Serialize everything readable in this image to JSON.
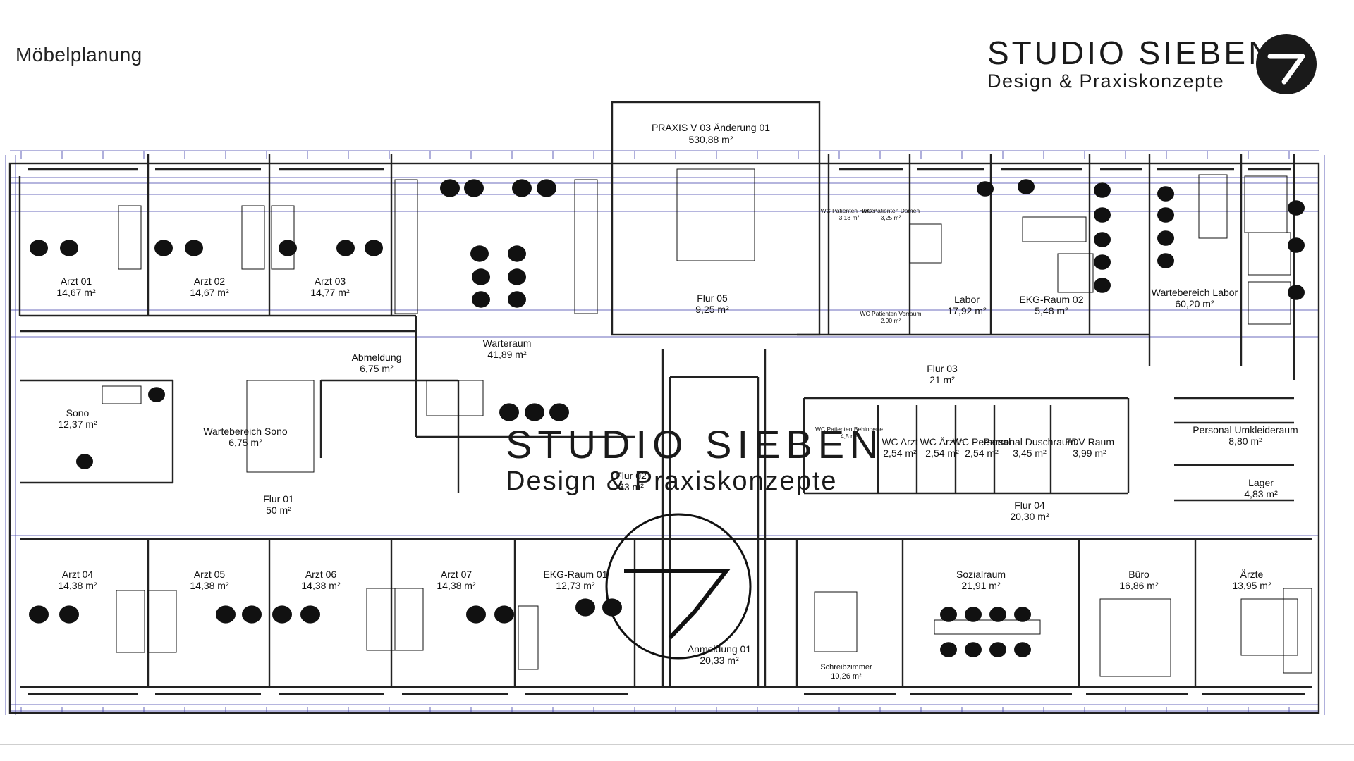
{
  "header": {
    "title": "Möbelplanung"
  },
  "logo": {
    "name": "STUDIO SIEBEN",
    "tagline": "Design & Praxiskonzepte",
    "badge_icon": "seven-arrow-icon"
  },
  "watermark": {
    "name": "STUDIO SIEBEN",
    "tagline": "Design & Praxiskonzepte"
  },
  "plan": {
    "title": "PRAXIS V 03 Änderung 01",
    "total_area": "530,88 m²",
    "rooms": [
      {
        "id": "arzt-01",
        "name": "Arzt 01",
        "area": "14,67 m²"
      },
      {
        "id": "arzt-02",
        "name": "Arzt 02",
        "area": "14,67 m²"
      },
      {
        "id": "arzt-03",
        "name": "Arzt 03",
        "area": "14,77 m²"
      },
      {
        "id": "warteraum",
        "name": "Warteraum",
        "area": "41,89 m²"
      },
      {
        "id": "flur-05",
        "name": "Flur 05",
        "area": "9,25 m²"
      },
      {
        "id": "wc-patienten-herren",
        "name": "WC Patienten Herren",
        "area": "3,18 m²"
      },
      {
        "id": "wc-patienten-damen",
        "name": "WC Patienten Damen",
        "area": "3,25 m²"
      },
      {
        "id": "wc-patienten-vorraum",
        "name": "WC Patienten Vorraum",
        "area": "2,90 m²"
      },
      {
        "id": "labor",
        "name": "Labor",
        "area": "17,92 m²"
      },
      {
        "id": "ekg-raum-02",
        "name": "EKG-Raum 02",
        "area": "5,48 m²"
      },
      {
        "id": "wartebereich-labor",
        "name": "Wartebereich Labor",
        "area": "60,20 m²"
      },
      {
        "id": "sono",
        "name": "Sono",
        "area": "12,37 m²"
      },
      {
        "id": "wartebereich-sono",
        "name": "Wartebereich Sono",
        "area": "6,75 m²"
      },
      {
        "id": "abmeldung",
        "name": "Abmeldung",
        "area": "6,75 m²"
      },
      {
        "id": "flur-03",
        "name": "Flur 03",
        "area": "21 m²"
      },
      {
        "id": "wc-behinderte",
        "name": "WC Patienten Behinderte",
        "area": "4,5 m²"
      },
      {
        "id": "wc-arzt",
        "name": "WC Arzt",
        "area": "2,54 m²"
      },
      {
        "id": "wc-aerztin",
        "name": "WC Ärztin",
        "area": "2,54 m²"
      },
      {
        "id": "wc-personal",
        "name": "WC Personal",
        "area": "2,54 m²"
      },
      {
        "id": "personal-duschraum",
        "name": "Personal Duschraum",
        "area": "3,45 m²"
      },
      {
        "id": "edv-raum",
        "name": "EDV Raum",
        "area": "3,99 m²"
      },
      {
        "id": "personal-umkleideraum",
        "name": "Personal Umkleideraum",
        "area": "8,80 m²"
      },
      {
        "id": "lager",
        "name": "Lager",
        "area": "4,83 m²"
      },
      {
        "id": "flur-02",
        "name": "Flur 02",
        "area": "33 m²"
      },
      {
        "id": "flur-01",
        "name": "Flur 01",
        "area": "50 m²"
      },
      {
        "id": "flur-04",
        "name": "Flur 04",
        "area": "20,30 m²"
      },
      {
        "id": "arzt-04",
        "name": "Arzt 04",
        "area": "14,38 m²"
      },
      {
        "id": "arzt-05",
        "name": "Arzt 05",
        "area": "14,38 m²"
      },
      {
        "id": "arzt-06",
        "name": "Arzt 06",
        "area": "14,38 m²"
      },
      {
        "id": "arzt-07",
        "name": "Arzt 07",
        "area": "14,38 m²"
      },
      {
        "id": "ekg-raum-01",
        "name": "EKG-Raum 01",
        "area": "12,73 m²"
      },
      {
        "id": "anmeldung-01",
        "name": "Anmeldung 01",
        "area": "20,33 m²"
      },
      {
        "id": "schreibzimmer",
        "name": "Schreibzimmer",
        "area": "10,26 m²"
      },
      {
        "id": "sozialraum",
        "name": "Sozialraum",
        "area": "21,91 m²"
      },
      {
        "id": "buero",
        "name": "Büro",
        "area": "16,86 m²"
      },
      {
        "id": "aerzte",
        "name": "Ärzte",
        "area": "13,95 m²"
      }
    ]
  },
  "colors": {
    "wall": "#222222",
    "dimension": "#3a3aa8",
    "furniture": "#111111"
  }
}
